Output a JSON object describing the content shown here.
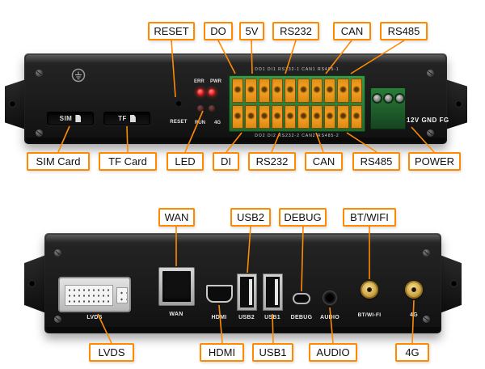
{
  "front_panel": {
    "callouts_top": [
      {
        "label": "RESET"
      },
      {
        "label": "DO"
      },
      {
        "label": "5V"
      },
      {
        "label": "RS232"
      },
      {
        "label": "CAN"
      },
      {
        "label": "RS485"
      }
    ],
    "callouts_bottom": [
      {
        "label": "SIM Card"
      },
      {
        "label": "TF Card"
      },
      {
        "label": "LED"
      },
      {
        "label": "DI"
      },
      {
        "label": "RS232"
      },
      {
        "label": "CAN"
      },
      {
        "label": "RS485"
      },
      {
        "label": "POWER"
      }
    ],
    "printed": {
      "sim": "SIM",
      "tf": "TF",
      "reset": "RESET",
      "err": "ERR",
      "pwr": "PWR",
      "run": "RUN",
      "g4": "4G",
      "power_pins": "12V GND FG",
      "tb_top": "DO1  DI1  RS232-1  CAN1  RS485-1",
      "tb_bottom": "DO2  DI2  RS232-2  CAN2  RS485-2"
    }
  },
  "rear_panel": {
    "callouts_top": [
      {
        "label": "WAN"
      },
      {
        "label": "USB2"
      },
      {
        "label": "DEBUG"
      },
      {
        "label": "BT/WIFI"
      }
    ],
    "callouts_bottom": [
      {
        "label": "LVDS"
      },
      {
        "label": "HDMI"
      },
      {
        "label": "USB1"
      },
      {
        "label": "AUDIO"
      },
      {
        "label": "4G"
      }
    ],
    "printed": {
      "lvds": "LVDS",
      "wan": "WAN",
      "hdmi": "HDMI",
      "usb2": "USB2",
      "usb1": "USB1",
      "debug": "DEBUG",
      "audio": "AUDIO",
      "btwifi": "BT/WI-FI",
      "g4": "4G"
    }
  },
  "colors": {
    "callout_border": "#ff8a00",
    "callout_line": "#ff8a00",
    "terminal_base": "#2f8f3c",
    "terminal_screw": "#ef9c22",
    "led_red": "#ff2020",
    "antenna_gold": "#caa340"
  }
}
